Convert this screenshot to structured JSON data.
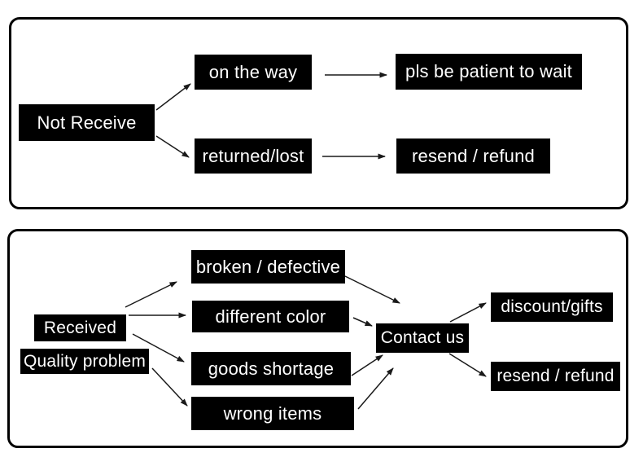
{
  "colors": {
    "canvas_bg": "#ffffff",
    "node_bg": "#000000",
    "node_text": "#ffffff",
    "panel_border": "#000000",
    "arrow": "#1a1a1a"
  },
  "flowchart": {
    "panel1": {
      "nodes": {
        "not_receive": "Not Receive",
        "on_the_way": "on the way",
        "pls_be_patient": "pls be patient to wait",
        "returned_lost": "returned/lost",
        "resend_refund": "resend / refund"
      },
      "edges": [
        {
          "from": "Not Receive",
          "to": "on the way"
        },
        {
          "from": "on the way",
          "to": "pls be patient to wait"
        },
        {
          "from": "Not Receive",
          "to": "returned/lost"
        },
        {
          "from": "returned/lost",
          "to": "resend / refund"
        }
      ]
    },
    "panel2": {
      "nodes": {
        "received": "Received",
        "quality_problem": "Quality problem",
        "broken_defective": "broken / defective",
        "different_color": "different color",
        "goods_shortage": "goods shortage",
        "wrong_items": "wrong items",
        "contact_us": "Contact us",
        "discount_gifts": "discount/gifts",
        "resend_refund": "resend / refund"
      },
      "edges": [
        {
          "from": "Received",
          "to": "broken / defective"
        },
        {
          "from": "Received",
          "to": "different color"
        },
        {
          "from": "Received",
          "to": "goods shortage"
        },
        {
          "from": "Quality problem",
          "to": "wrong items"
        },
        {
          "from": "broken / defective",
          "to": "Contact us"
        },
        {
          "from": "different color",
          "to": "Contact us"
        },
        {
          "from": "goods shortage",
          "to": "Contact us"
        },
        {
          "from": "wrong items",
          "to": "Contact us"
        },
        {
          "from": "Contact us",
          "to": "discount/gifts"
        },
        {
          "from": "Contact us",
          "to": "resend / refund"
        }
      ]
    }
  }
}
